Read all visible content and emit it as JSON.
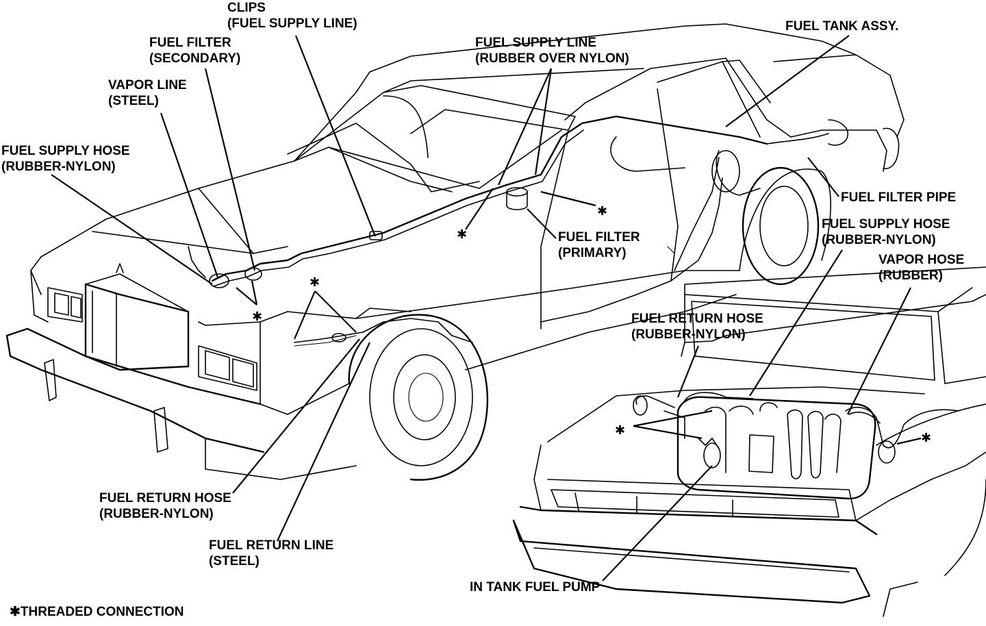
{
  "labels": {
    "clips": [
      "CLIPS",
      "(FUEL SUPPLY LINE)"
    ],
    "fuel_filter_secondary": [
      "FUEL FILTER",
      "(SECONDARY)"
    ],
    "vapor_line": [
      "VAPOR LINE",
      "(STEEL)"
    ],
    "fuel_supply_hose_front": [
      "FUEL SUPPLY HOSE",
      "(RUBBER-NYLON)"
    ],
    "fuel_supply_line": [
      "FUEL SUPPLY LINE",
      "(RUBBER OVER NYLON)"
    ],
    "fuel_tank_assy": [
      "FUEL TANK ASSY."
    ],
    "fuel_filter_pipe": [
      "FUEL FILTER PIPE"
    ],
    "fuel_filter_primary": [
      "FUEL FILTER",
      "(PRIMARY)"
    ],
    "fuel_supply_hose_rear": [
      "FUEL SUPPLY HOSE",
      "(RUBBER-NYLON)"
    ],
    "vapor_hose": [
      "VAPOR HOSE",
      "(RUBBER)"
    ],
    "fuel_return_hose_rear": [
      "FUEL RETURN HOSE",
      "(RUBBER-NYLON)"
    ],
    "fuel_return_hose_front": [
      "FUEL RETURN HOSE",
      "(RUBBER-NYLON)"
    ],
    "fuel_return_line": [
      "FUEL RETURN LINE",
      "(STEEL)"
    ],
    "in_tank_fuel_pump": [
      "IN TANK FUEL PUMP"
    ],
    "legend_note": [
      "✱THREADED CONNECTION"
    ]
  },
  "star_symbol": "✱",
  "colors": {
    "ink": "#000000",
    "paper": "#ffffff"
  }
}
